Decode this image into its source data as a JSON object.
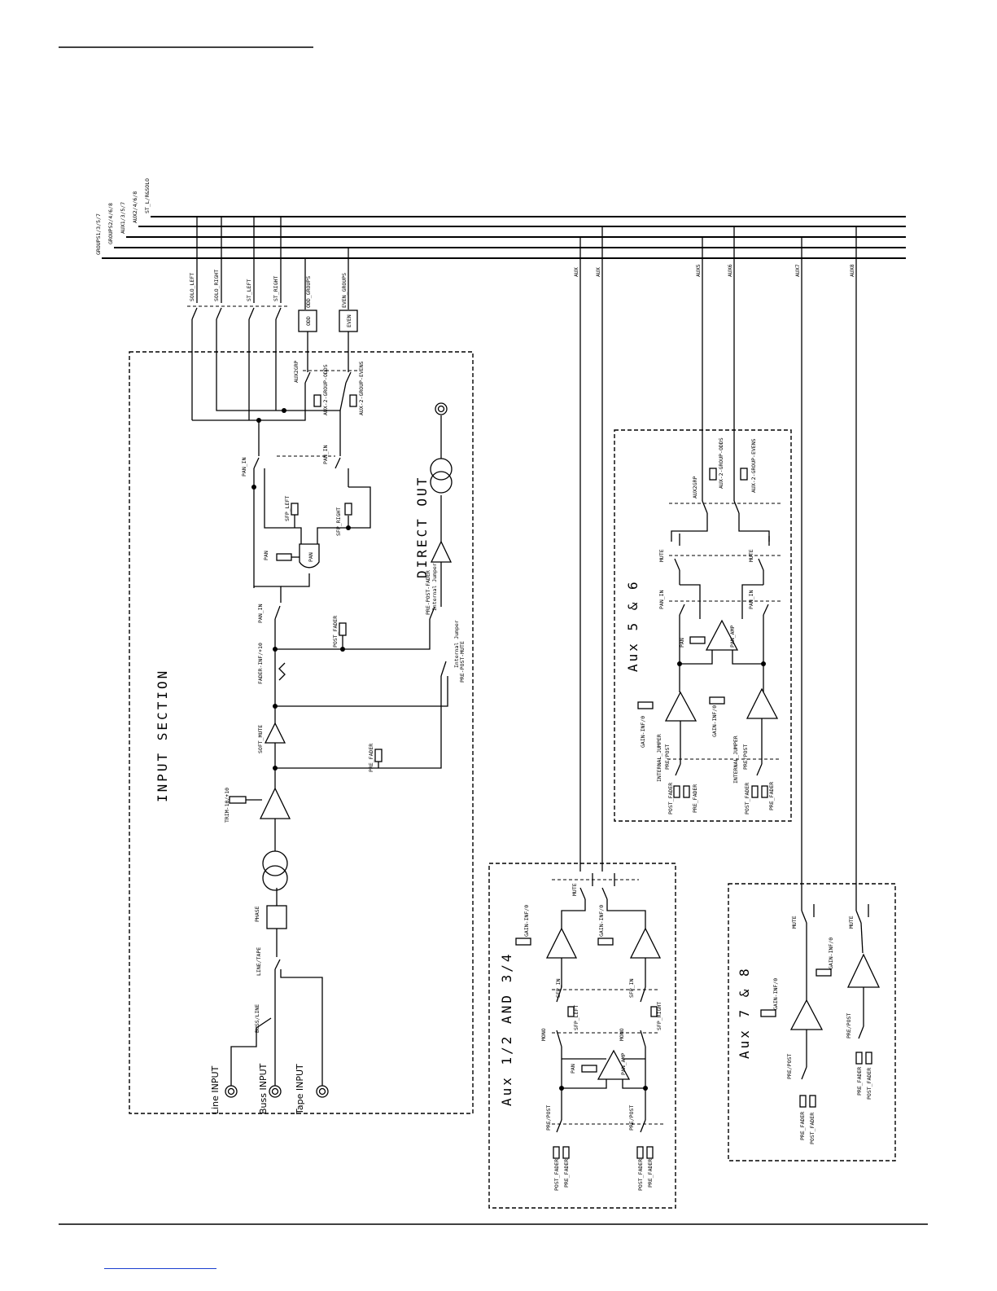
{
  "buses": [
    {
      "label": "ST_L/R&SOLO"
    },
    {
      "label": "AUX2/4/6/8"
    },
    {
      "label": "AUX1/3/5/7"
    },
    {
      "label": "GROUPS2/4/6/8"
    },
    {
      "label": "GROUPS1/3/5/7"
    }
  ],
  "top_taps": {
    "solo_left": "SOLO_LEFT",
    "solo_right": "SOLO_RIGHT",
    "st_left": "ST_LEFT",
    "st_right": "ST_RIGHT",
    "odd_groups": "ODD_GROUPS",
    "even_groups": "EVEN_GROUPS",
    "odd_box": "ODD",
    "even_box": "EVEN"
  },
  "aux_taps": [
    "AUX",
    "AUX",
    "AUX5",
    "AUX6",
    "AUX7",
    "AUX8"
  ],
  "input_section": {
    "title": "INPUT SECTION",
    "direct_out": "DIRECT OUT",
    "inputs": [
      "Line INPUT",
      "Buss INPUT",
      "Tape INPUT"
    ],
    "labels": {
      "buss_line": "BUSS/LINE",
      "line_tape": "LINE/TAPE",
      "phase": "PHASE",
      "trim": "TRIM-10/+10",
      "soft_mute": "SOFT_MUTE",
      "fader": "FADER-INF/+10",
      "pan_in": "PAN_IN",
      "pan": "PAN",
      "sfp_left": "SFP_LEFT",
      "sfp_right": "SFP_RIGHT",
      "aux2grp": "AUX2GRP",
      "aux_2_group_odds": "AUX-2-GROUP-ODDS",
      "aux_2_group_evens": "AUX-2-GROUP-EVENS",
      "post_fader": "POST_FADER",
      "pre_fader": "PRE_FADER",
      "pre_post_fader": "PRE-POST-FADER",
      "internal_jumper": "Internal Jumper",
      "pre_post_mute": "PRE-POST-MUTE"
    }
  },
  "aux12": {
    "title": "Aux 1/2 AND 3/4",
    "labels": {
      "mute": "MUTE",
      "gain": "GAIN-INF/0",
      "sfp_in": "SFP_IN",
      "sfp_left": "SFP_LEFT",
      "sfp_right": "SFP_RIGHT",
      "mono": "MONO",
      "pan": "PAN",
      "pan_amp": "PAN_AMP",
      "pre_post": "PRE/POST",
      "post_fader": "POST_FADER",
      "pre_fader": "PRE_FADER"
    }
  },
  "aux56": {
    "title": "Aux 5 & 6",
    "labels": {
      "aux2grp": "AUX2GRP",
      "odds": "AUX-2-GROUP-ODDS",
      "evens": "AUX-2-GROUP-EVENS",
      "mute": "MUTE",
      "pan_in": "PAN_IN",
      "pan": "PAN",
      "pan_amp": "PAN_AMP",
      "gain": "GAIN-INF/0",
      "internal_jumper": "INTERNAL_JUMPER",
      "pre_post": "PRE/POST",
      "post_fader": "POST_FADER",
      "pre_fader": "PRE_FADER"
    }
  },
  "aux78": {
    "title": "Aux 7 & 8",
    "labels": {
      "mute": "MUTE",
      "gain": "GAIN-INF/0",
      "pre_post": "PRE/POST",
      "pre_fader": "PRE_FADER",
      "post_fader": "POST_FADER"
    }
  }
}
